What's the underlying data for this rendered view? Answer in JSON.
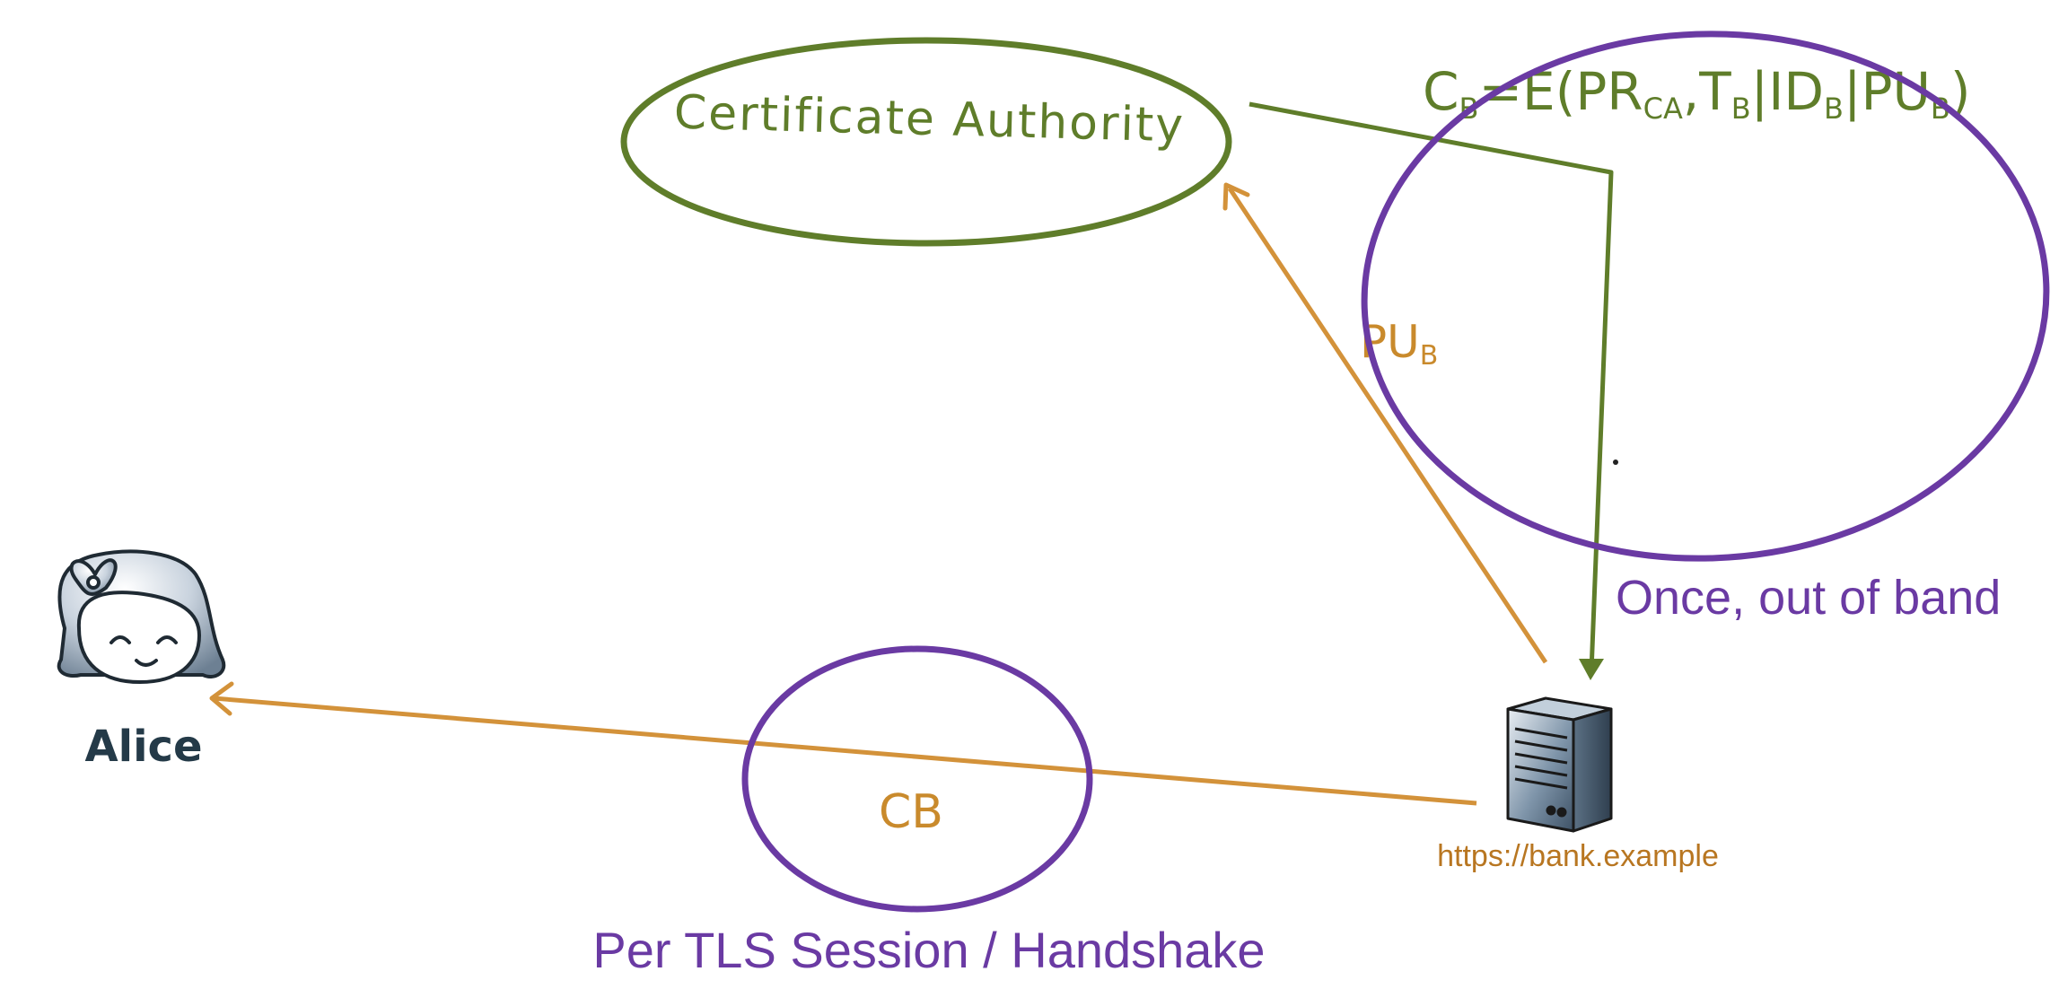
{
  "colors": {
    "ca": "#5f7d2a",
    "arrow_orange": "#d3923a",
    "text_orange": "#c98a2c",
    "url_text": "#b87621",
    "purple": "#6a3aa3",
    "alice_text": "#243a48"
  },
  "certificate_authority": {
    "label": "Certificate Authority"
  },
  "certificate_formula": {
    "c": "C",
    "c_sub": "B",
    "eq": "=E(PR",
    "pr_sub": "CA",
    "t": ",T",
    "t_sub": "B",
    "sep1": "|ID",
    "id_sub": "B",
    "sep2": "|PU",
    "pu_sub": "B",
    "close": ")"
  },
  "public_key_label": {
    "pu": "PU",
    "pu_sub": "B"
  },
  "alice": {
    "name": "Alice",
    "icon": "alice-avatar-icon"
  },
  "server": {
    "url": "https://bank.example",
    "icon": "server-tower-icon"
  },
  "certificate_transfer_label": "CB",
  "annotations": {
    "out_of_band": "Once, out of band",
    "per_session": "Per TLS Session / Handshake"
  }
}
